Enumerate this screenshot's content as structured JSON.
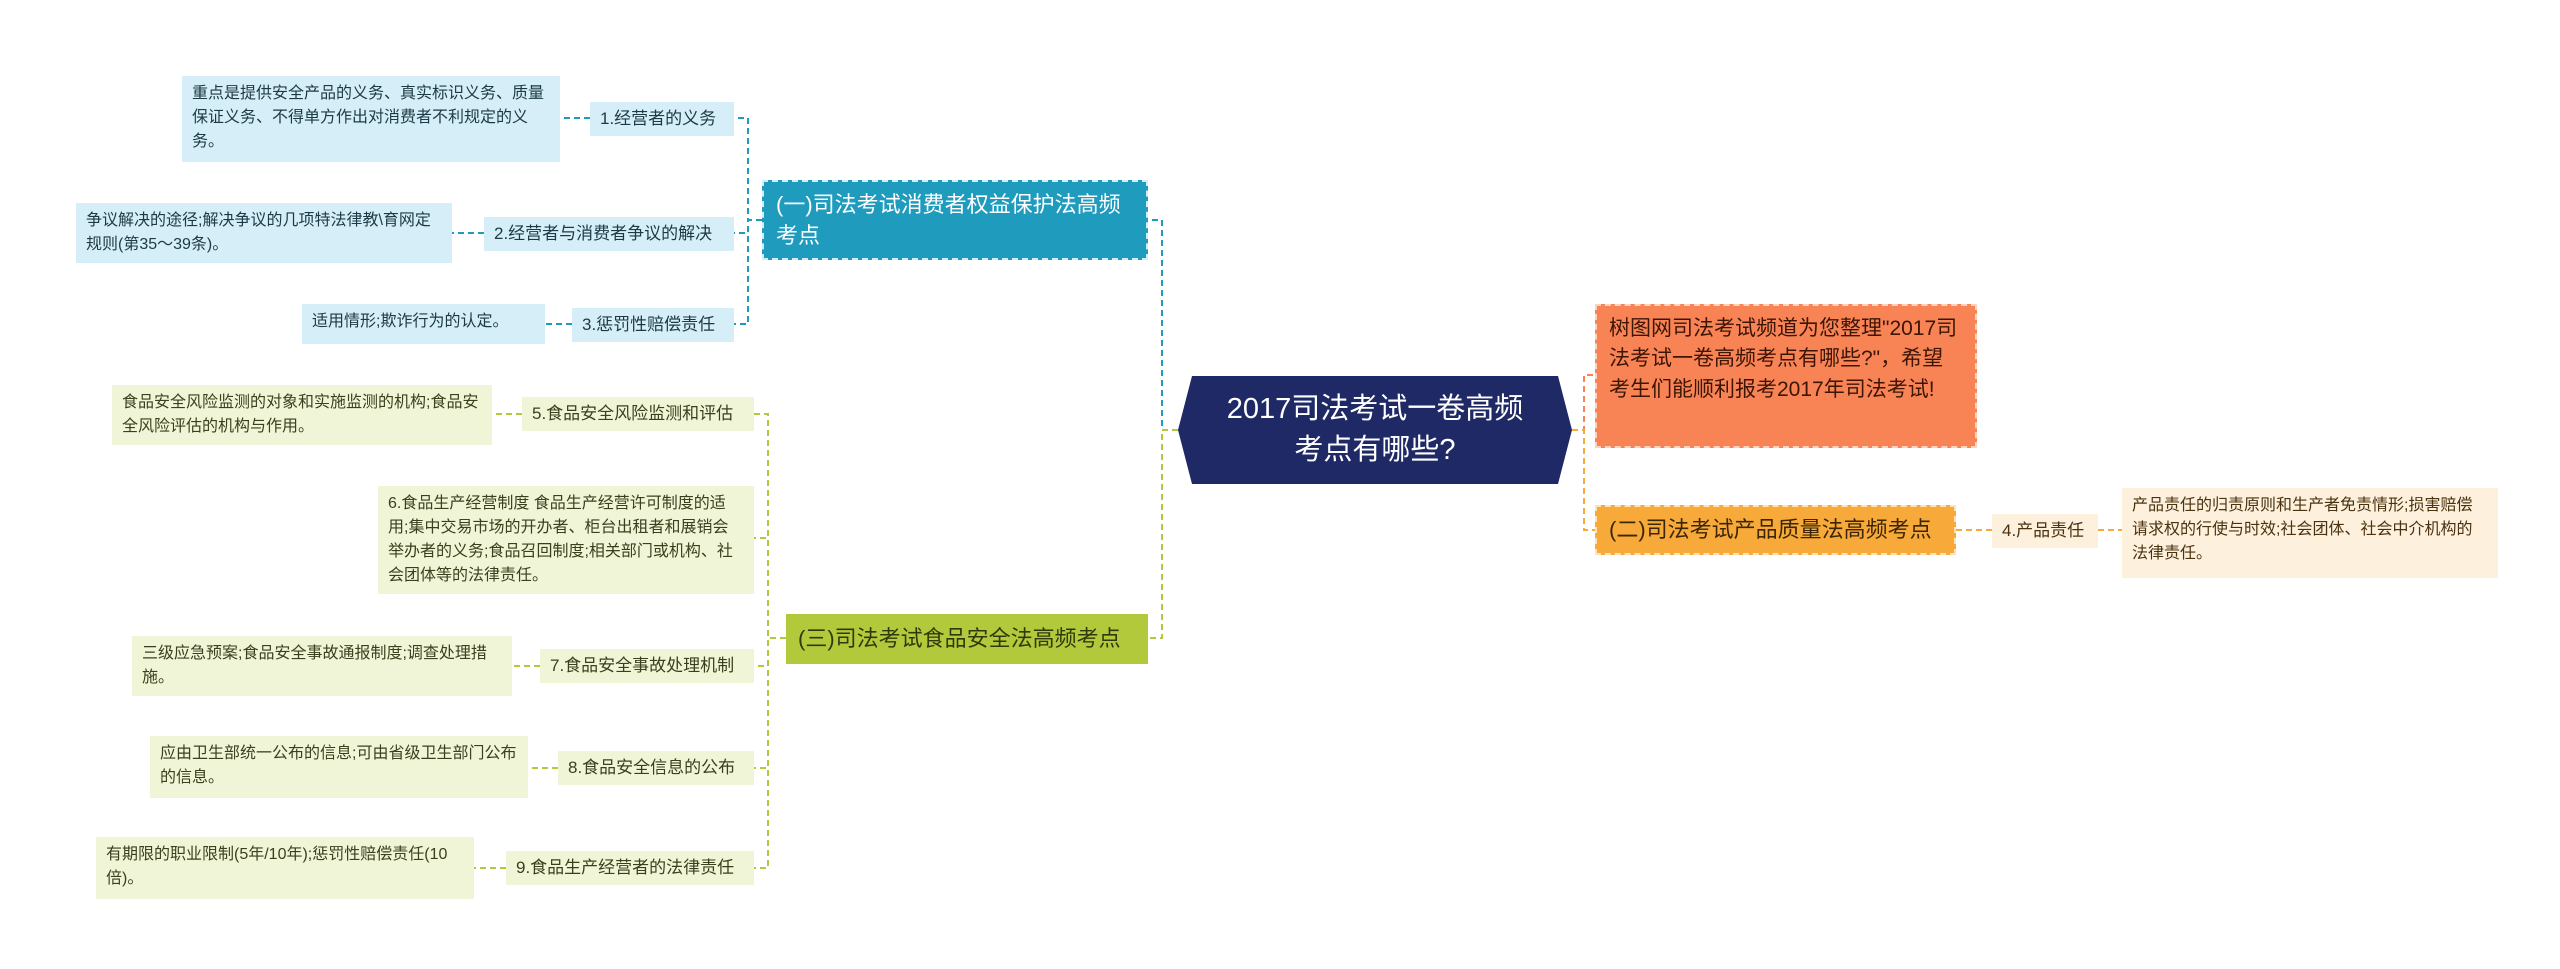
{
  "root": {
    "title": "2017司法考试一卷高频考点有哪些?"
  },
  "branch_consumer": {
    "label": "(一)司法考试消费者权益保护法高频考点",
    "items": [
      {
        "label": "1.经营者的义务",
        "detail": "重点是提供安全产品的义务、真实标识义务、质量保证义务、不得单方作出对消费者不利规定的义务。"
      },
      {
        "label": "2.经营者与消费者争议的解决",
        "detail": "争议解决的途径;解决争议的几项特法律教\\育网定规则(第35～39条)。"
      },
      {
        "label": "3.惩罚性赔偿责任",
        "detail": "适用情形;欺诈行为的认定。"
      }
    ]
  },
  "branch_food": {
    "label": "(三)司法考试食品安全法高频考点",
    "items": [
      {
        "label": "5.食品安全风险监测和评估",
        "detail": "食品安全风险监测的对象和实施监测的机构;食品安全风险评估的机构与作用。"
      },
      {
        "label": "6.食品生产经营制度 食品生产经营许可制度的适用;集中交易市场的开办者、柜台出租者和展销会举办者的义务;食品召回制度;相关部门或机构、社会团体等的法律责任。"
      },
      {
        "label": "7.食品安全事故处理机制",
        "detail": "三级应急预案;食品安全事故通报制度;调查处理措施。"
      },
      {
        "label": "8.食品安全信息的公布",
        "detail": "应由卫生部统一公布的信息;可由省级卫生部门公布的信息。"
      },
      {
        "label": "9.食品生产经营者的法律责任",
        "detail": "有期限的职业限制(5年/10年);惩罚性赔偿责任(10倍)。"
      }
    ]
  },
  "branch_intro": {
    "label": "树图网司法考试频道为您整理\"2017司法考试一卷高频考点有哪些?\"，希望考生们能顺利报考2017年司法考试!"
  },
  "branch_product": {
    "label": "(二)司法考试产品质量法高频考点",
    "items": [
      {
        "label": "4.产品责任",
        "detail": "产品责任的归责原则和生产者免责情形;损害赔偿请求权的行使与时效;社会团体、社会中介机构的法律责任。"
      }
    ]
  },
  "colors": {
    "root": "#1e2966",
    "consumer": "#1e9bbd",
    "food": "#b3c93c",
    "intro": "#f88456",
    "product": "#f7aa3a"
  }
}
